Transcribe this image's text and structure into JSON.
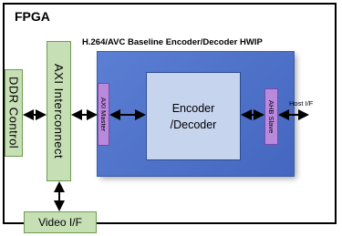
{
  "fpga_label": "FPGA",
  "hwip_title": "H.264/AVC Baseline Encoder/Decoder HWIP",
  "blocks": {
    "ddr_control": "DDR Control",
    "axi_interconnect": "AXI Interconnect",
    "video_if": "Video I/F",
    "axi_master": "AXI Master",
    "encoder_line1": "Encoder",
    "encoder_line2": "/Decoder",
    "ahb_slave": "AHB Slave",
    "host_if": "Host I/F"
  },
  "colors": {
    "green_block": "#c6dfb5",
    "purple_block": "#b889dc",
    "hwip_blue": "#4f72c8",
    "encoder_fill": "#c6d4ee"
  }
}
